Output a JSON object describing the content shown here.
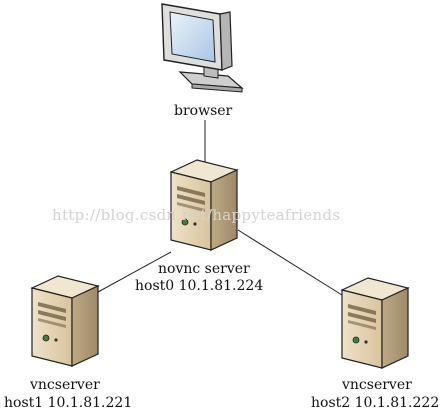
{
  "watermark": "http://blog.csdn.net/happyteafriends",
  "nodes": {
    "browser": {
      "label": "browser",
      "icon": "monitor-icon"
    },
    "novnc": {
      "name": "novnc server",
      "host": "host0 10.1.81.224",
      "icon": "server-icon"
    },
    "host1": {
      "name": "vncserver",
      "host": "host1 10.1.81.221",
      "icon": "server-icon"
    },
    "host2": {
      "name": "vncserver",
      "host": "host2 10.1.81.222",
      "icon": "server-icon"
    }
  },
  "edges": [
    {
      "from": "novnc",
      "to": "browser"
    },
    {
      "from": "novnc",
      "to": "host1"
    },
    {
      "from": "novnc",
      "to": "host2"
    }
  ],
  "colors": {
    "line": "#222222",
    "server_body": "#e3d3b4",
    "server_side": "#b8a27c",
    "server_top": "#efe3cb",
    "monitor_frame": "#d9d9d9",
    "monitor_screen": "#c9dcef"
  }
}
